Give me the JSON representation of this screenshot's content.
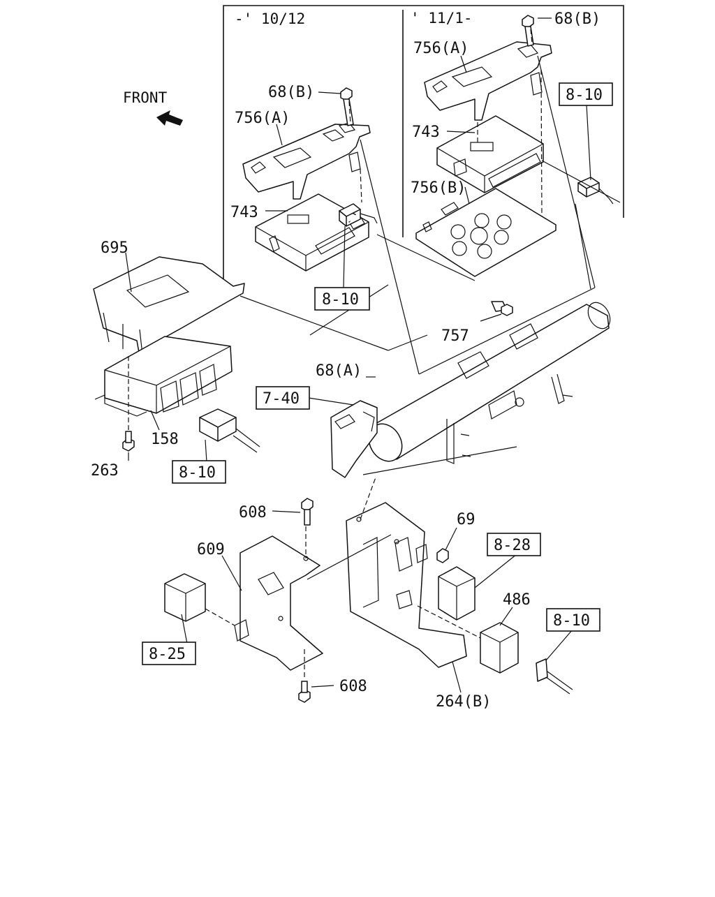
{
  "header": {
    "period_left": "-' 10/12",
    "period_right": "' 11/1-"
  },
  "front_label": "FRONT",
  "callouts": {
    "c68b_left": "68(B)",
    "c756a_left": "756(A)",
    "c743_left": "743",
    "c68b_right": "68(B)",
    "c756a_right": "756(A)",
    "c743_right": "743",
    "c756b_right": "756(B)",
    "c695": "695",
    "c757": "757",
    "c68a": "68(A)",
    "c158": "158",
    "c263": "263",
    "c608_top": "608",
    "c609": "609",
    "c69": "69",
    "c486": "486",
    "c608_bottom": "608",
    "c264b": "264(B)"
  },
  "references": {
    "r810_right": "8-10",
    "r810_left": "8-10",
    "r740": "7-40",
    "r810_158": "8-10",
    "r828": "8-28",
    "r810_486": "8-10",
    "r825": "8-25"
  }
}
